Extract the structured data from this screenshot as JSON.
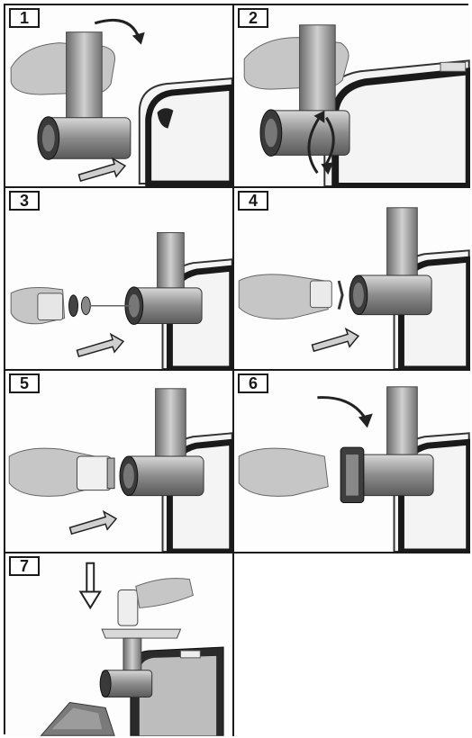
{
  "steps": [
    {
      "number": "1"
    },
    {
      "number": "2"
    },
    {
      "number": "3"
    },
    {
      "number": "4"
    },
    {
      "number": "5"
    },
    {
      "number": "6"
    },
    {
      "number": "7"
    }
  ],
  "colors": {
    "frame": "#1a1a1a",
    "metal": "#9a9a9a",
    "skin": "#c8c8c8",
    "body_dark": "#2a2a2a"
  }
}
